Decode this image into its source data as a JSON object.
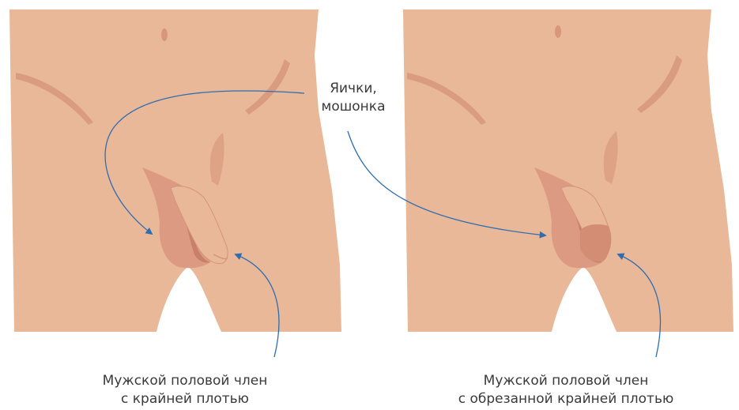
{
  "labels": {
    "testicles": {
      "line1": "Яички,",
      "line2": "мошонка"
    },
    "uncircumcised": {
      "line1": "Мужской половой член",
      "line2": "с крайней плотью"
    },
    "circumcised": {
      "line1": "Мужской половой член",
      "line2": "с обрезанной крайней плотью"
    }
  },
  "colors": {
    "skin": "#e8b898",
    "skin_shadow": "#d89a80",
    "scrotum": "#dd9a82",
    "scrotum_shadow": "#c9806a",
    "arrow": "#2f6db0",
    "text": "#3a3a3a"
  }
}
